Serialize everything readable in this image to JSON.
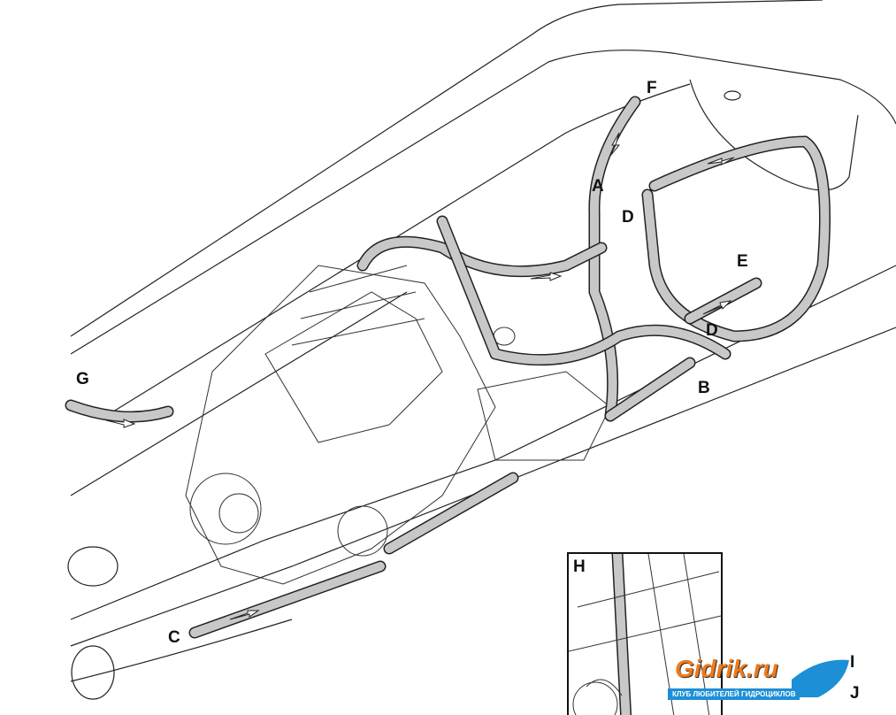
{
  "labels": {
    "A": "A",
    "B": "B",
    "C": "C",
    "D1": "D",
    "D2": "D",
    "E": "E",
    "F": "F",
    "G": "G",
    "H": "H",
    "I": "I",
    "J": "J"
  },
  "watermark": {
    "title": "Gidrik.ru",
    "subtitle": "КЛУБ ЛЮБИТЕЛЕЙ ГИДРОЦИКЛОВ"
  },
  "colors": {
    "hose": "#c8c8c8",
    "line": "#222222",
    "watermark_orange": "#f07a1a",
    "watermark_blue": "#1d8fd6"
  }
}
